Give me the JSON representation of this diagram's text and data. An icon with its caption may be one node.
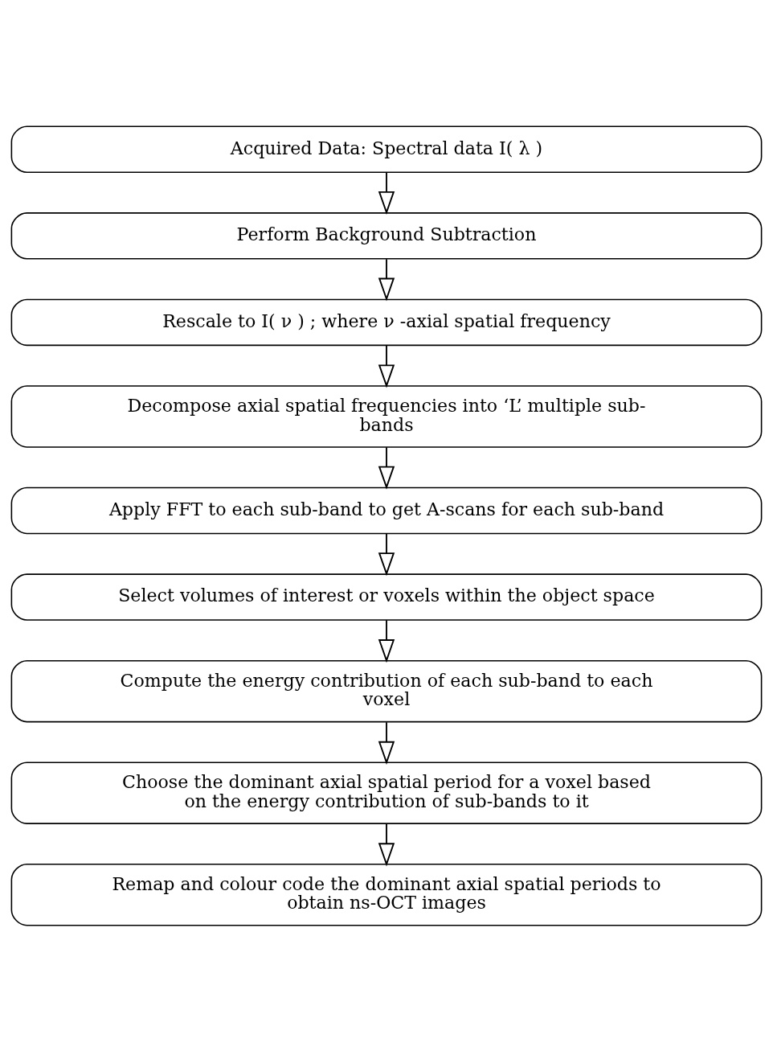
{
  "diagram": {
    "nodes": [
      {
        "text": [
          "Acquired Data: Spectral data I( λ )"
        ]
      },
      {
        "text": [
          "Perform Background Subtraction"
        ]
      },
      {
        "text": [
          "Rescale to I( ν ) ; where ν -axial spatial frequency"
        ]
      },
      {
        "text": [
          "Decompose axial spatial frequencies into ‘L’ multiple sub-bands"
        ]
      },
      {
        "text": [
          "Apply FFT to each sub-band to get A-scans for each sub-band"
        ]
      },
      {
        "text": [
          "Select volumes of interest or voxels within the object space"
        ]
      },
      {
        "text": [
          "Compute the energy contribution of each sub-band to each voxel"
        ]
      },
      {
        "text": [
          "Choose the dominant axial spatial period for a voxel based on the energy contribution of sub-bands to it"
        ]
      },
      {
        "text": [
          "Remap and colour code the dominant axial spatial periods to obtain ns-OCT images"
        ]
      }
    ],
    "edges": [
      {
        "from": 0,
        "to": 1,
        "arrow": "to"
      },
      {
        "from": 1,
        "to": 2,
        "arrow": "to"
      },
      {
        "from": 2,
        "to": 3,
        "arrow": "to"
      },
      {
        "from": 3,
        "to": 4,
        "arrow": "to"
      },
      {
        "from": 4,
        "to": 5,
        "arrow": "to"
      },
      {
        "from": 5,
        "to": 6,
        "arrow": "to"
      },
      {
        "from": 6,
        "to": 7,
        "arrow": "to"
      },
      {
        "from": 7,
        "to": 8,
        "arrow": "to"
      }
    ]
  }
}
